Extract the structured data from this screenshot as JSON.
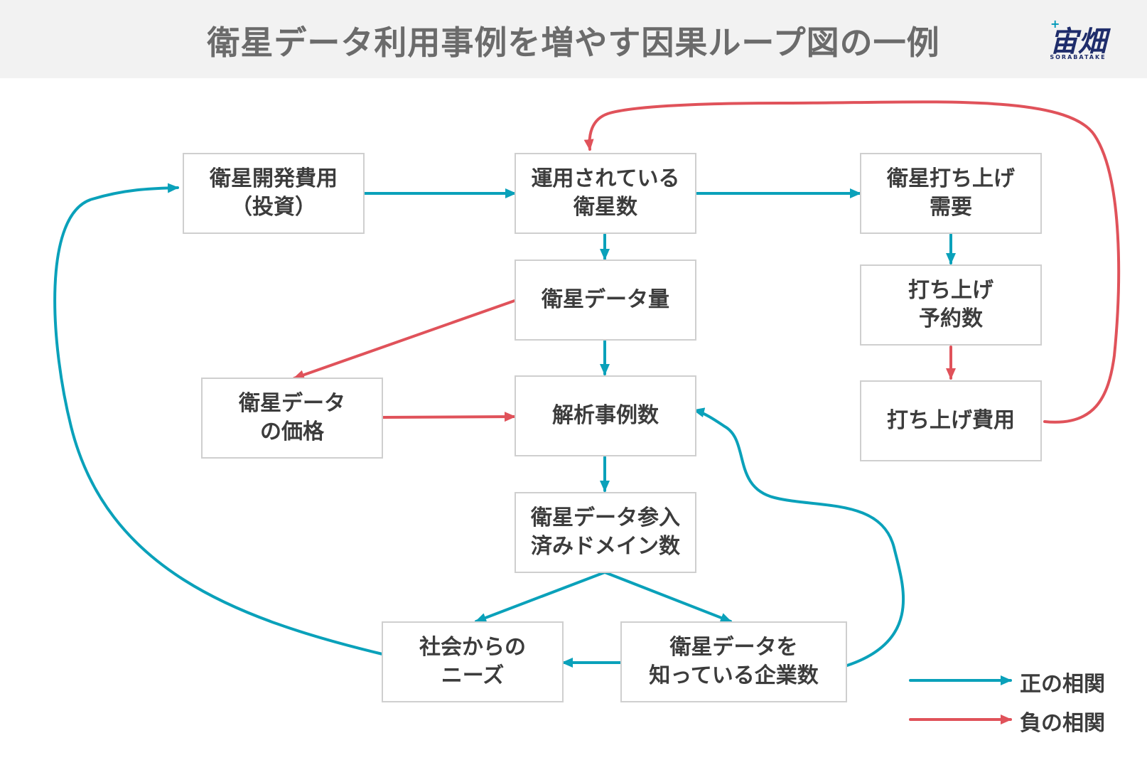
{
  "title": "衛星データ利用事例を増やす因果ループ図の一例",
  "logo": {
    "main": "宙畑",
    "sub": "SORABATAKE"
  },
  "colors": {
    "positive": "#0aa1ba",
    "negative": "#e0525a",
    "box_border": "#cfcfcf",
    "text": "#3c3c3c"
  },
  "nodes": {
    "dev_cost": "衛星開発費用\n（投資）",
    "operating_sats": "運用されている\n衛星数",
    "launch_demand": "衛星打ち上げ\n需要",
    "data_volume": "衛星データ量",
    "launch_reservations": "打ち上げ\n予約数",
    "data_price": "衛星データ\nの価格",
    "analysis_cases": "解析事例数",
    "launch_cost": "打ち上げ費用",
    "entered_domains": "衛星データ参入\n済みドメイン数",
    "social_needs": "社会からの\nニーズ",
    "aware_companies": "衛星データを\n知っている企業数"
  },
  "legend": {
    "positive": {
      "label": "正の相関",
      "color": "#0aa1ba"
    },
    "negative": {
      "label": "負の相関",
      "color": "#e0525a"
    }
  },
  "links": [
    {
      "from": "dev_cost",
      "to": "operating_sats",
      "polarity": "positive"
    },
    {
      "from": "operating_sats",
      "to": "launch_demand",
      "polarity": "positive"
    },
    {
      "from": "operating_sats",
      "to": "data_volume",
      "polarity": "positive"
    },
    {
      "from": "launch_demand",
      "to": "launch_reservations",
      "polarity": "positive"
    },
    {
      "from": "launch_reservations",
      "to": "launch_cost",
      "polarity": "negative"
    },
    {
      "from": "launch_cost",
      "to": "operating_sats",
      "polarity": "negative"
    },
    {
      "from": "data_volume",
      "to": "data_price",
      "polarity": "negative"
    },
    {
      "from": "data_volume",
      "to": "analysis_cases",
      "polarity": "positive"
    },
    {
      "from": "data_price",
      "to": "analysis_cases",
      "polarity": "negative"
    },
    {
      "from": "analysis_cases",
      "to": "entered_domains",
      "polarity": "positive"
    },
    {
      "from": "entered_domains",
      "to": "social_needs",
      "polarity": "positive"
    },
    {
      "from": "entered_domains",
      "to": "aware_companies",
      "polarity": "positive"
    },
    {
      "from": "aware_companies",
      "to": "social_needs",
      "polarity": "positive"
    },
    {
      "from": "aware_companies",
      "to": "analysis_cases",
      "polarity": "positive"
    },
    {
      "from": "social_needs",
      "to": "dev_cost",
      "polarity": "positive"
    }
  ]
}
